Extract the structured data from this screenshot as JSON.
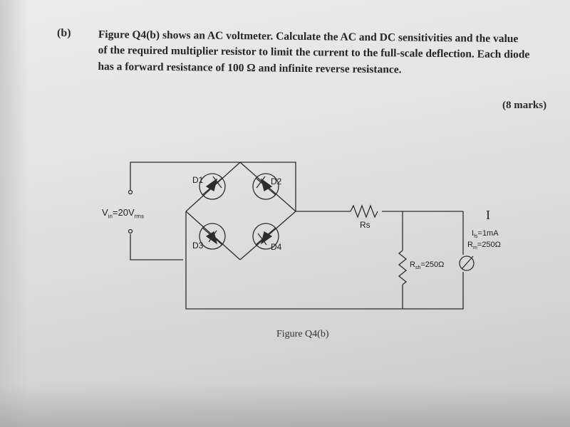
{
  "question": {
    "label": "(b)",
    "lines": [
      "Figure Q4(b) shows an AC voltmeter. Calculate the AC and DC sensitivities and the value",
      "of the required multiplier resistor to limit the current to the full-scale deflection. Each diode",
      "has a forward resistance of 100 Ω and infinite reverse resistance."
    ],
    "marks": "(8 marks)"
  },
  "circuit": {
    "d1": "D1",
    "d2": "D2",
    "d3": "D3",
    "d4": "D4",
    "vin": "V",
    "vin_sub": "in",
    "vin_value": "=20V",
    "vin_unit": "rms",
    "rs": "Rs",
    "rsh": "R",
    "rsh_sub": "sh",
    "rsh_value": "=250Ω",
    "current_symbol": "I",
    "ifs": "I",
    "ifs_sub": "fs",
    "ifs_value": "=1mA",
    "rm": "R",
    "rm_sub": "m",
    "rm_value": "=250Ω",
    "caption": "Figure Q4(b)"
  }
}
